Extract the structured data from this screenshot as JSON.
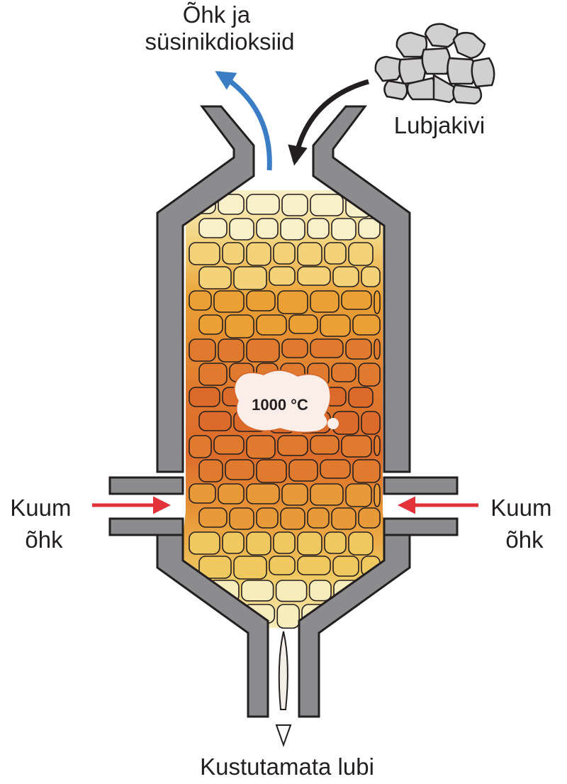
{
  "labels": {
    "exhaust_line1": "Õhk ja",
    "exhaust_line2": "süsinikdioksiid",
    "input": "Lubjakivi",
    "temperature": "1000 °C",
    "left_air_line1": "Kuum",
    "left_air_line2": "õhk",
    "right_air_line1": "Kuum",
    "right_air_line2": "õhk",
    "output": "Kustutamata lubi"
  },
  "colors": {
    "kiln_wall": "#8c8c8e",
    "kiln_outline": "#231f20",
    "exhaust_arrow": "#3a7dc4",
    "input_arrow": "#231f20",
    "hot_air_arrow": "#e2323a",
    "stone_light": "#f7ecbc",
    "stone_mid": "#e9a230",
    "stone_hot": "#d9652b",
    "limestone_gray": "#d0d0d0"
  },
  "icons": [
    "limestone-pile-icon",
    "exhaust-arrow-icon",
    "input-arrow-icon",
    "hot-air-arrow-icon",
    "output-arrow-icon"
  ]
}
